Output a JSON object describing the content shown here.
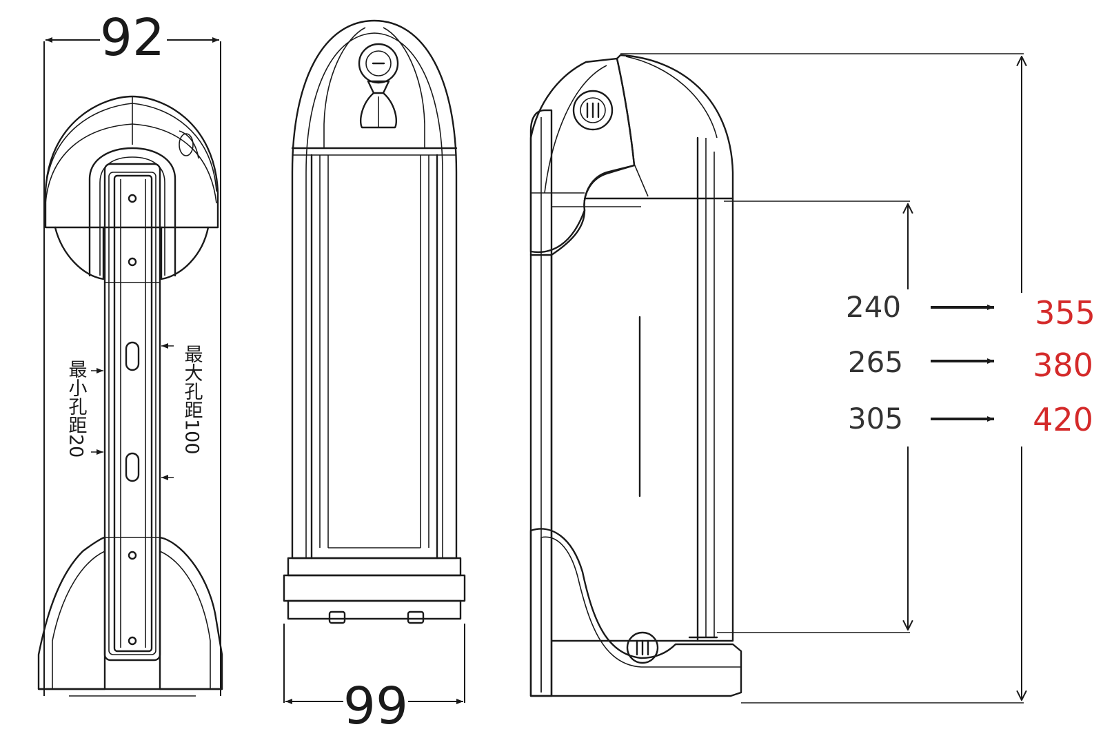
{
  "front_view": {
    "width_label": "92",
    "min_hole_spacing_label": "最小孔距20",
    "max_hole_spacing_label": "最大孔距100"
  },
  "back_view": {
    "width_label": "99"
  },
  "side_view": {
    "rows": [
      {
        "inner": "240",
        "outer": "355"
      },
      {
        "inner": "265",
        "outer": "380"
      },
      {
        "inner": "305",
        "outer": "420"
      }
    ]
  },
  "colors": {
    "line": "#1a1a1a",
    "outer_dimension": "#d42a2a",
    "inner_dimension": "#333333"
  }
}
